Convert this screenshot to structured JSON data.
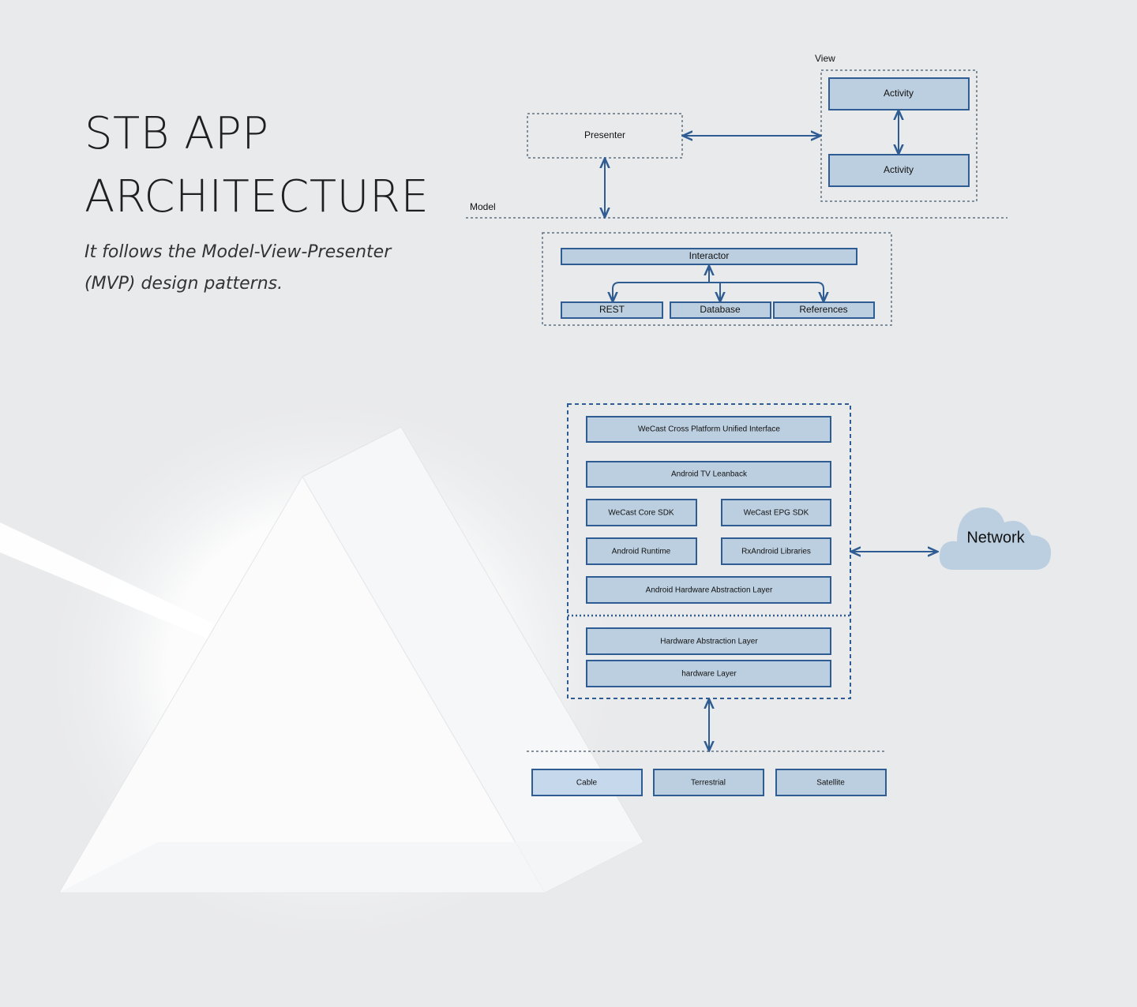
{
  "title": {
    "line1": "STB APP",
    "line2": "ARCHITECTURE"
  },
  "subtitle": "It follows the Model-View-Presenter (MVP) design patterns.",
  "mvp": {
    "view_label": "View",
    "model_label": "Model",
    "presenter": "Presenter",
    "activity_top": "Activity",
    "activity_bottom": "Activity",
    "interactor": "Interactor",
    "rest": "REST",
    "database": "Database",
    "references": "References"
  },
  "stack": {
    "unified_interface": "WeCast Cross Platform Unified Interface",
    "leanback": "Android TV Leanback",
    "core_sdk": "WeCast Core SDK",
    "epg_sdk": "WeCast EPG SDK",
    "runtime": "Android Runtime",
    "rx": "RxAndroid Libraries",
    "android_hal": "Android Hardware Abstraction Layer",
    "hal": "Hardware Abstraction Layer",
    "hardware": "hardware Layer",
    "network": "Network",
    "cable": "Cable",
    "terrestrial": "Terrestrial",
    "satellite": "Satellite"
  },
  "colors": {
    "box_fill": "#bccfe0",
    "box_stroke": "#2f5d93",
    "background": "#e9eaec",
    "cloud": "#bccfe0"
  }
}
